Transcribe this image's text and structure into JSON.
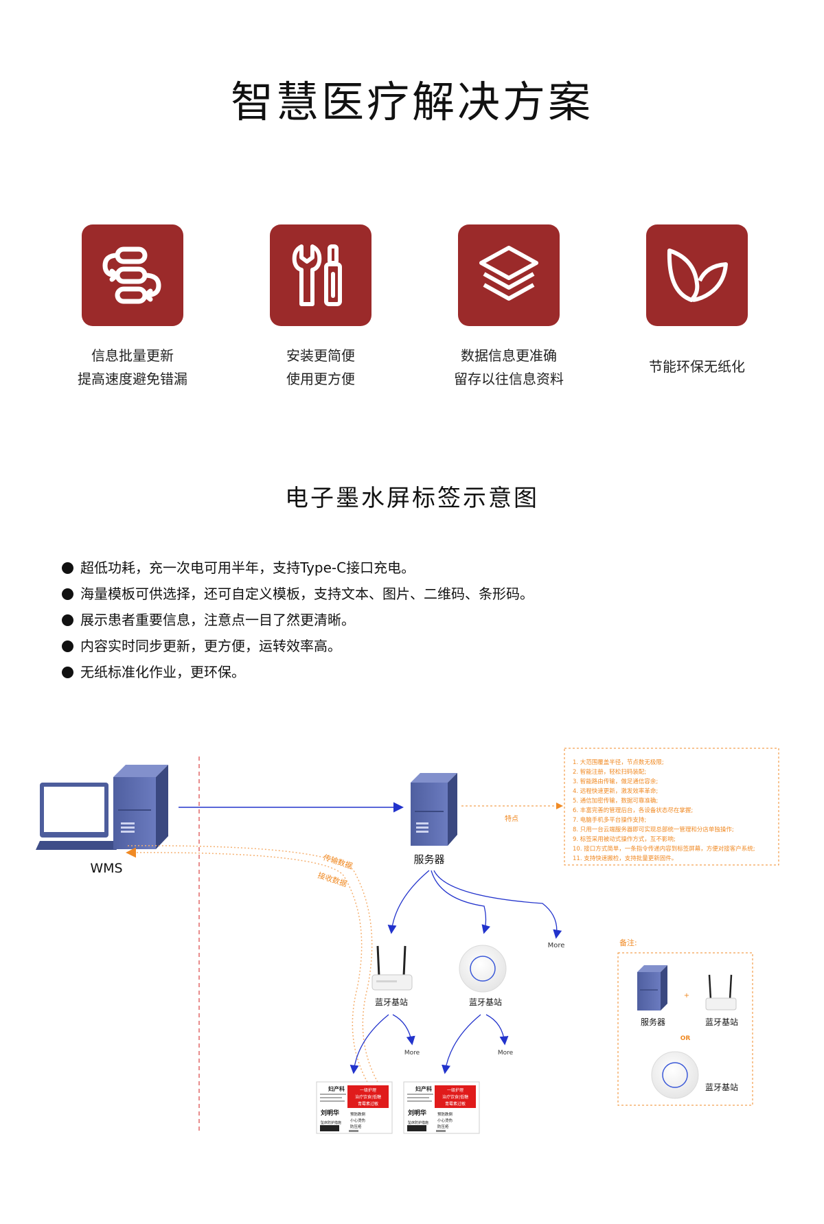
{
  "title": "智慧医疗解决方案",
  "features": [
    {
      "icon": "cycle-update-icon",
      "line1": "信息批量更新",
      "line2": "提高速度避免错漏"
    },
    {
      "icon": "wrench-screwdriver-icon",
      "line1": "安装更简便",
      "line2": "使用更方便"
    },
    {
      "icon": "layers-icon",
      "line1": "数据信息更准确",
      "line2": "留存以往信息资料"
    },
    {
      "icon": "leaf-icon",
      "line1": "节能环保无纸化",
      "line2": ""
    }
  ],
  "section_title": "电子墨水屏标签示意图",
  "bullets": [
    "超低功耗，充一次电可用半年，支持Type-C接口充电。",
    "海量模板可供选择，还可自定义模板，支持文本、图片、二维码、条形码。",
    "展示患者重要信息，注意点一目了然更清晰。",
    "内容实时同步更新，更方便，运转效率高。",
    "无纸标准化作业，更环保。"
  ],
  "diagram": {
    "wms_label": "WMS",
    "server_label": "服务器",
    "transmit_label": "传输数据",
    "receive_label": "接收数据",
    "features_link_label": "特点",
    "feature_list": [
      "1. 大范围覆盖半径，节点数无极限;",
      "2. 智能注册，轻松扫码装配;",
      "3. 智能路由传输，做足通信容余;",
      "4. 远程快速更新，激发效率革命;",
      "5. 通信加密传输，数据可靠准确;",
      "6. 丰富完善的管理后台，各设备状态尽在掌握;",
      "7. 电脑手机多平台操作支持;",
      "8. 只用一台云端服务器即可实现总部统一管理和分店单独操作;",
      "9. 标签采用被动式操作方式，互不影响;",
      "10. 接口方式简单，一条指令传递内容到标签屏幕，方便对接客户系统;",
      "11. 支持快速搬检，支持批量更新固件。"
    ],
    "base_station_label": "蓝牙基站",
    "more_label": "More",
    "note_label": "备注:",
    "note_server_label": "服务器",
    "note_plus": "+",
    "note_base_station_label": "蓝牙基站",
    "note_or": "OR",
    "note_round_station_label": "蓝牙基站",
    "tag": {
      "dept": "妇产科",
      "red_line1": "一级护理",
      "red_line2": "治疗饮食|低糖",
      "red_line3": "青霉素过敏",
      "patient": "刘明华",
      "care_line": "坠床防护措施",
      "col1": "预防跌倒",
      "col2": "小心烫伤",
      "col3": "防压疮"
    }
  },
  "colors": {
    "brand": "#9b2a2a",
    "accent_orange": "#f08a24",
    "flow_blue": "#2233cc",
    "red_dash": "#e06666",
    "tag_red": "#e01b1b"
  }
}
